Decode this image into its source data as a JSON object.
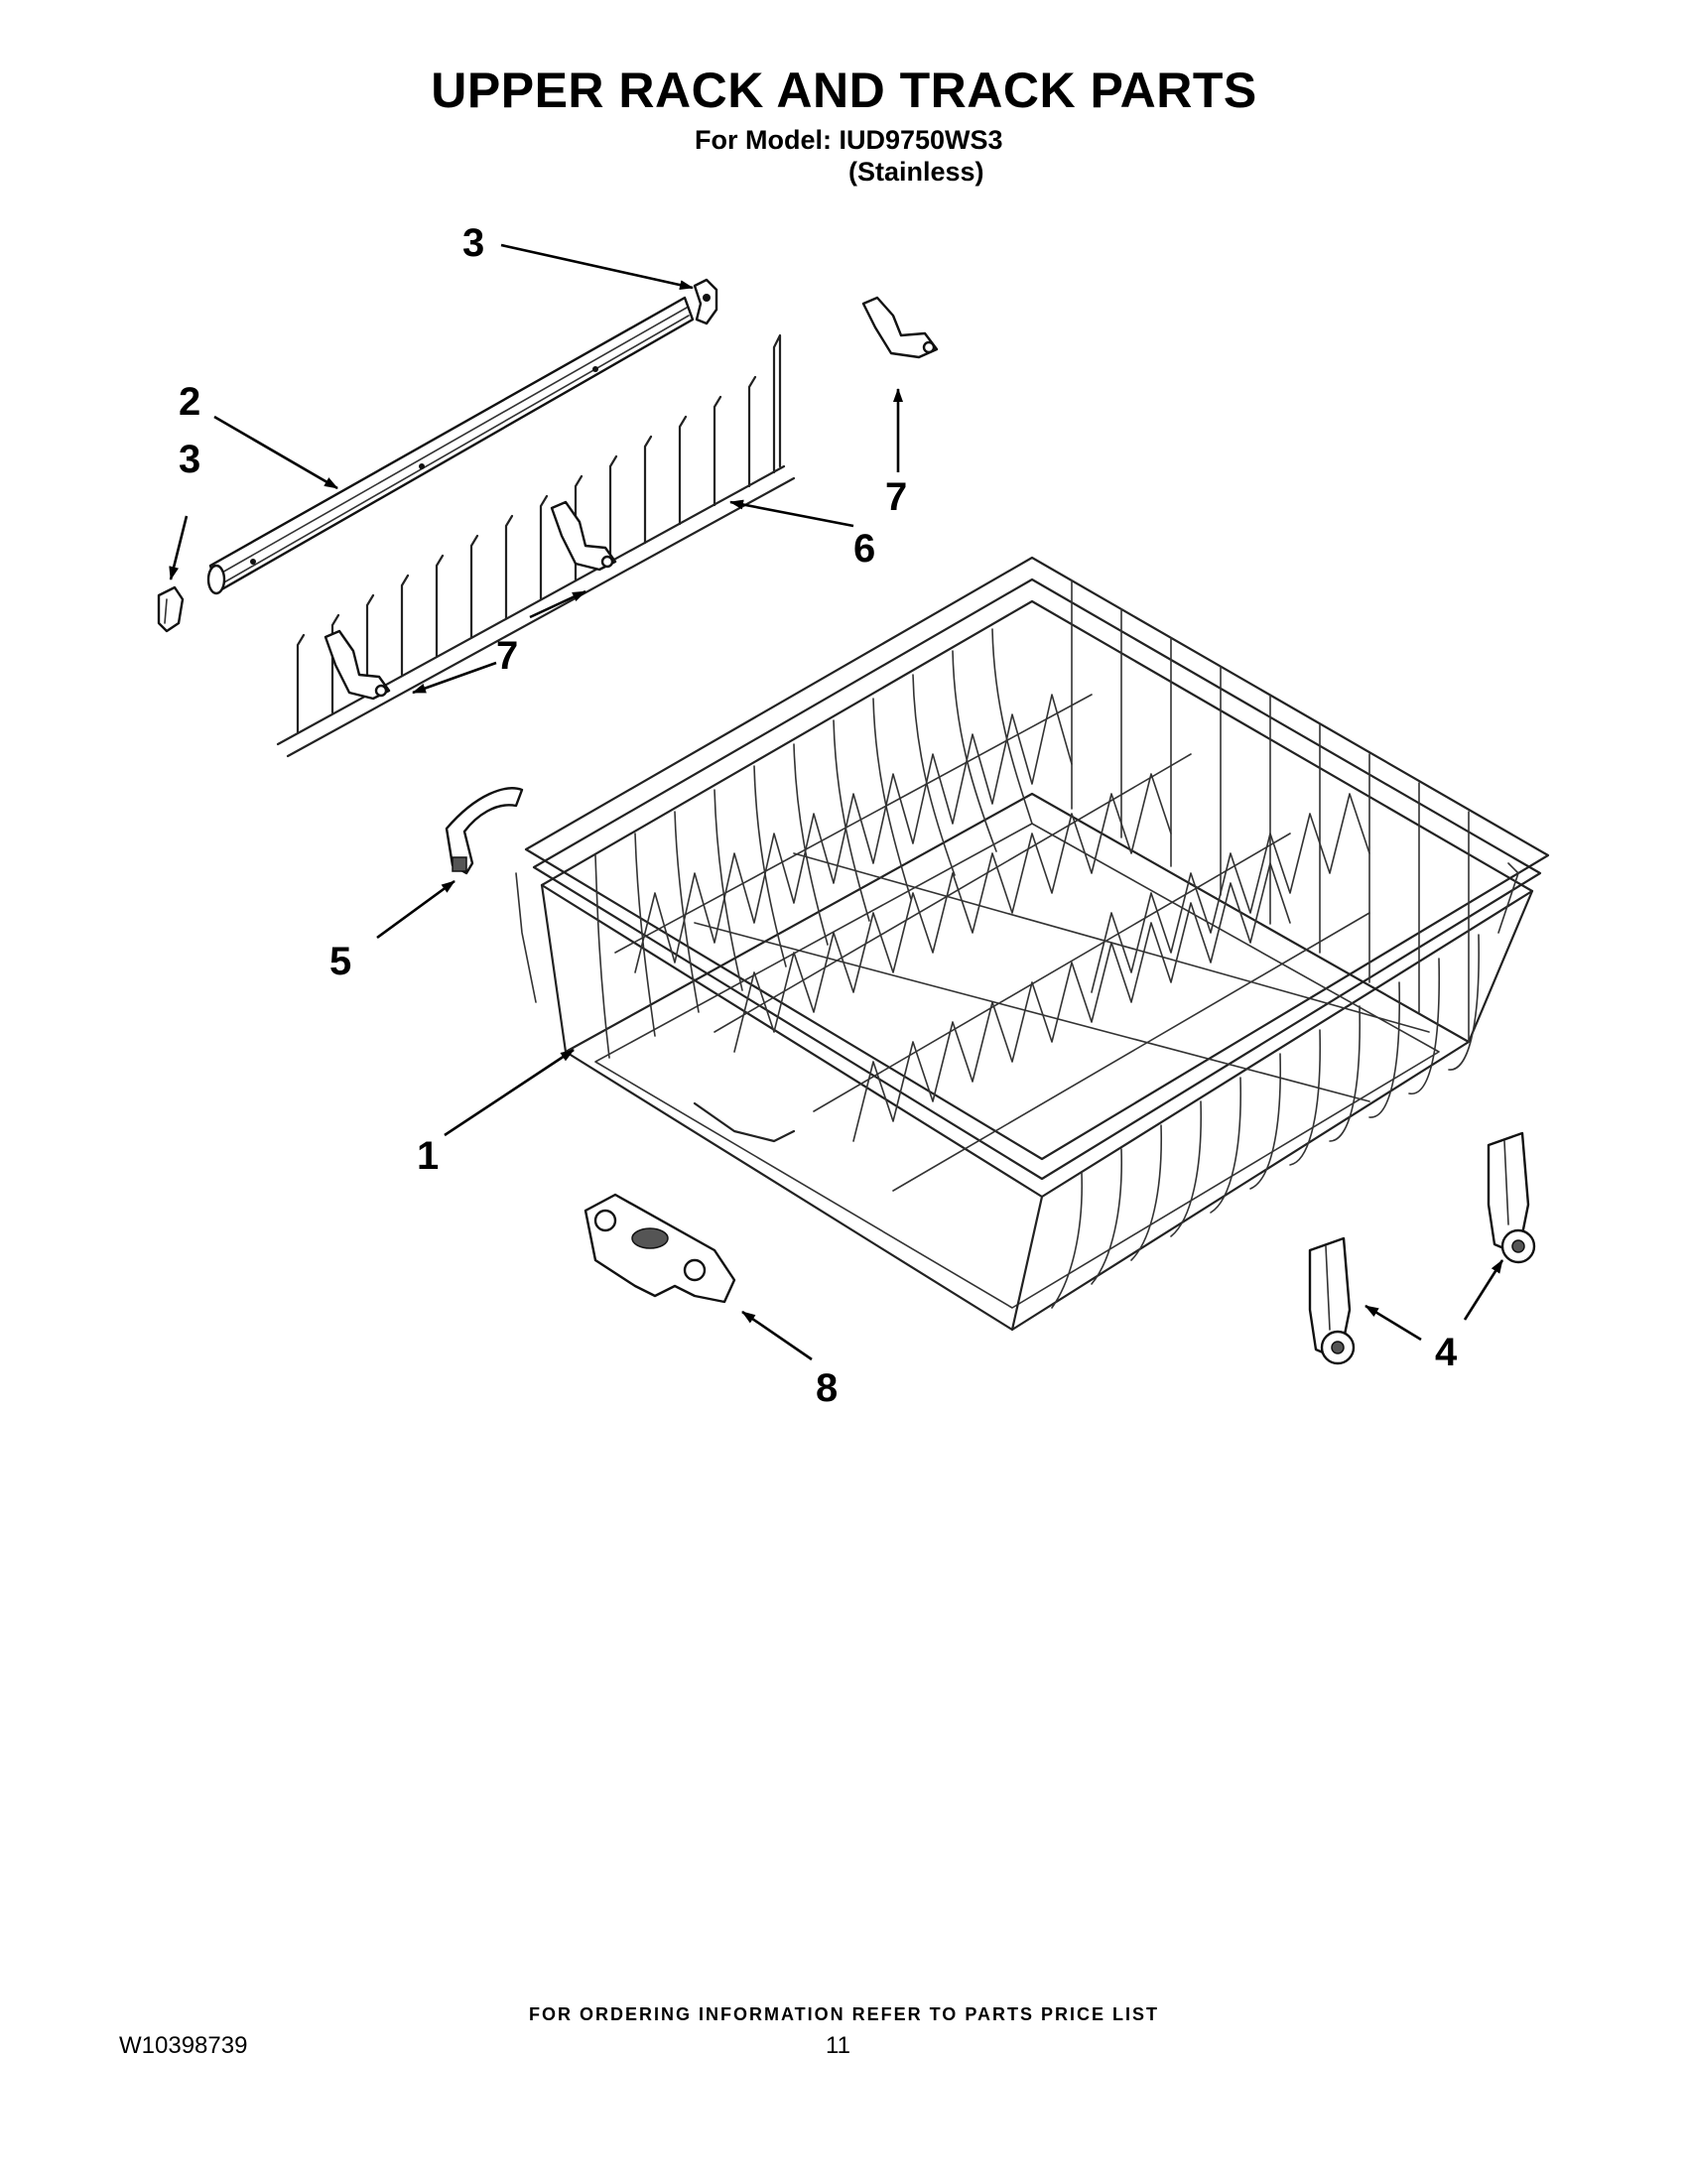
{
  "header": {
    "title": "UPPER RACK AND TRACK PARTS",
    "model_line": "For Model: IUD9750WS3",
    "finish_line": "(Stainless)"
  },
  "callouts": {
    "c1": "1",
    "c2": "2",
    "c3_top": "3",
    "c3_left": "3",
    "c4": "4",
    "c5": "5",
    "c6": "6",
    "c7_top": "7",
    "c7_mid": "7",
    "c8": "8"
  },
  "footer": {
    "ordering_note": "FOR ORDERING INFORMATION REFER TO PARTS PRICE LIST",
    "doc_number": "W10398739",
    "page_number": "11"
  }
}
